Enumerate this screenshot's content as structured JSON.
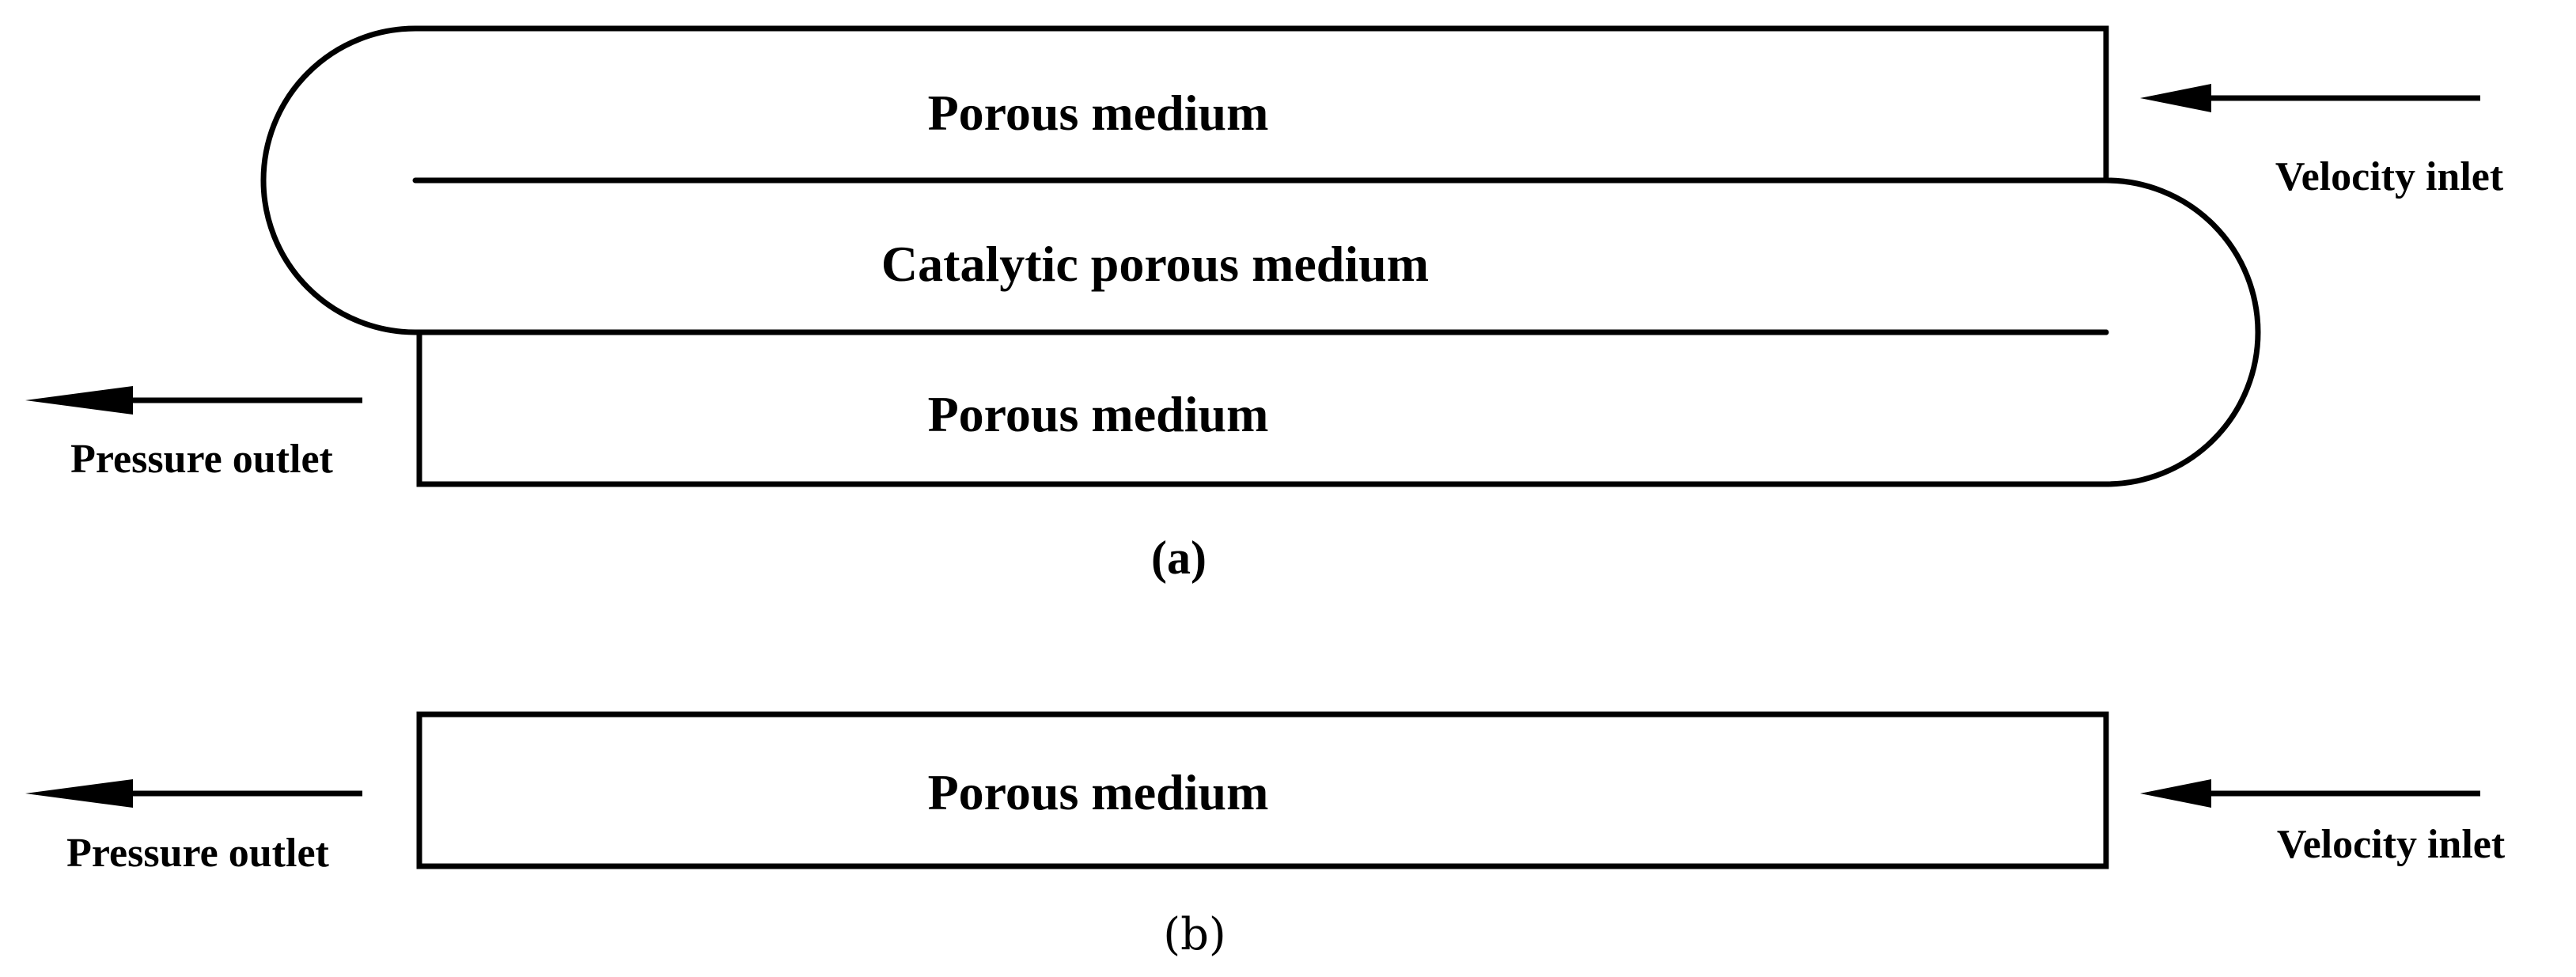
{
  "panel_a": {
    "top_region": "Porous medium",
    "middle_region": "Catalytic porous medium",
    "bottom_region": "Porous medium",
    "inlet": "Velocity inlet",
    "outlet": "Pressure outlet",
    "caption": "(a)"
  },
  "panel_b": {
    "region": "Porous medium",
    "inlet": "Velocity inlet",
    "outlet": "Pressure outlet",
    "caption": "(b)"
  }
}
